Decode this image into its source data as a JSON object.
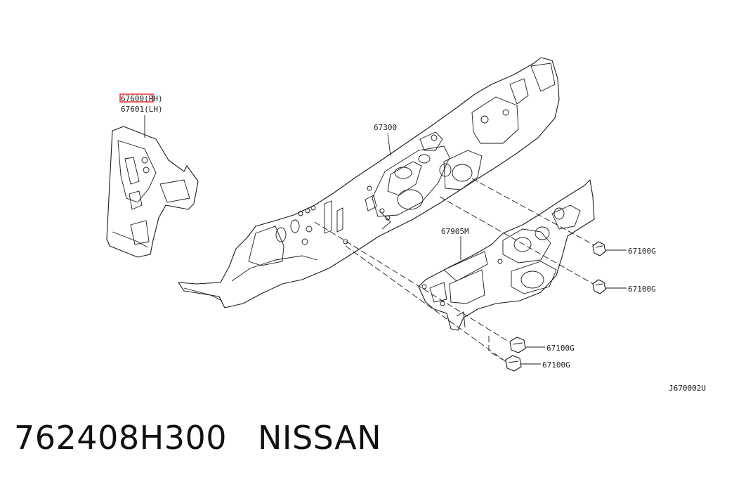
{
  "parts": {
    "insulator_rh_highlight": "67600",
    "insulator_rh_suffix": "(RH)",
    "insulator_lh": "67601(LH)",
    "dash_panel": "67300",
    "dash_insulator": "67905M",
    "clip_1": "67100G",
    "clip_2": "67100G",
    "clip_3": "67100G",
    "clip_4": "67100G"
  },
  "diagram_code": "J670002U",
  "footer": {
    "part_number": "762408H300",
    "brand": "NISSAN"
  },
  "colors": {
    "highlight": "#e0202a"
  }
}
